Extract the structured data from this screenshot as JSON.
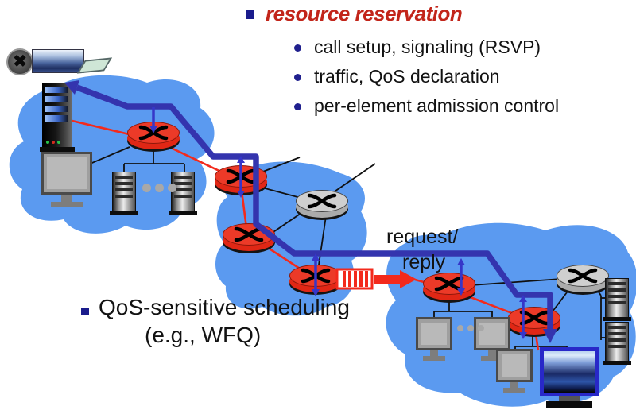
{
  "slide": {
    "reservation": {
      "title": "resource reservation",
      "items": [
        "call setup, signaling (RSVP)",
        "traffic, QoS declaration",
        "per-element admission control"
      ]
    },
    "scheduling": {
      "line1": "QoS-sensitive scheduling",
      "line2": "(e.g., WFQ)"
    },
    "request_reply": {
      "line1": "request/",
      "line2": "reply"
    }
  },
  "colors": {
    "cloud_blue": "#5B9AF0",
    "reservation_path_blue": "#3434AE",
    "signal_arrow_blue": "#3636C8",
    "data_path_red": "#F32A1C",
    "router_red": "#EC3A28",
    "router_gray": "#CFCFCF",
    "title_red": "#C2251A",
    "bullet_navy": "#1A1C8C",
    "text_black": "#121212"
  },
  "icons": {
    "source": [
      "film-reel-icon",
      "filmstrip-icon",
      "film-tail-icon"
    ],
    "hosts": [
      "video-server-icon",
      "workstation-monitor-icon",
      "server-rack-icon",
      "video-display-icon"
    ],
    "network": [
      "red-router-icon",
      "gray-router-icon",
      "packet-queue-icon",
      "transmission-arrow-icon"
    ],
    "paths": [
      "reservation-path-blue",
      "data-path-red",
      "per-element-signal-arrow"
    ]
  }
}
